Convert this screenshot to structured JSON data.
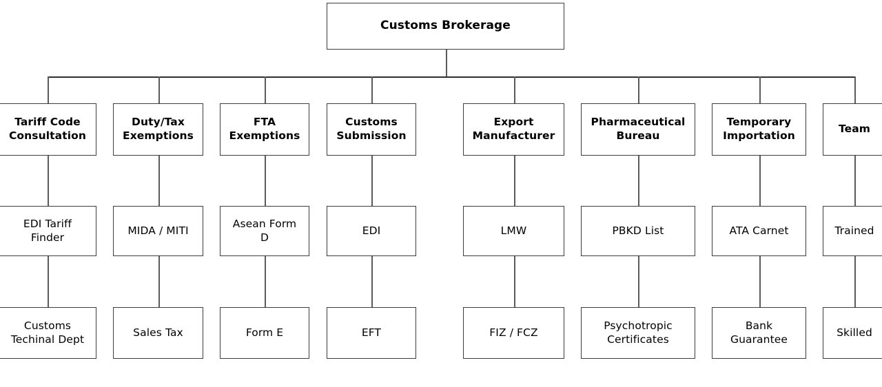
{
  "diagram": {
    "type": "org-chart",
    "title": "Customs Brokerage",
    "orientation": "top-down",
    "colors": {
      "box_border": "#3c3c3c",
      "connector": "#5a5a5a",
      "bus": "#2e2e2e",
      "background": "#ffffff",
      "text": "#000000"
    },
    "root": {
      "label": "Customs Brokerage"
    },
    "branches": [
      {
        "id": "tariff-code-consultation",
        "label": "Tariff Code\nConsultation",
        "children": [
          {
            "id": "edi-tariff-finder",
            "label": "EDI Tariff\nFinder"
          },
          {
            "id": "customs-techinal-dept",
            "label": "Customs\nTechinal Dept"
          }
        ]
      },
      {
        "id": "duty-tax-exemptions",
        "label": "Duty/Tax\nExemptions",
        "children": [
          {
            "id": "mida-miti",
            "label": "MIDA / MITI"
          },
          {
            "id": "sales-tax",
            "label": "Sales Tax"
          }
        ]
      },
      {
        "id": "fta-exemptions",
        "label": "FTA\nExemptions",
        "children": [
          {
            "id": "asean-form-d",
            "label": "Asean Form\nD"
          },
          {
            "id": "form-e",
            "label": "Form E"
          }
        ]
      },
      {
        "id": "customs-submission",
        "label": "Customs\nSubmission",
        "children": [
          {
            "id": "edi",
            "label": "EDI"
          },
          {
            "id": "eft",
            "label": "EFT"
          }
        ]
      },
      {
        "id": "export-manufacturer",
        "label": "Export\nManufacturer",
        "children": [
          {
            "id": "lmw",
            "label": "LMW"
          },
          {
            "id": "fiz-fcz",
            "label": "FIZ / FCZ"
          }
        ]
      },
      {
        "id": "pharmaceutical-bureau",
        "label": "Pharmaceutical\nBureau",
        "children": [
          {
            "id": "pbkd-list",
            "label": "PBKD List"
          },
          {
            "id": "psychotropic-certificates",
            "label": "Psychotropic\nCertificates"
          }
        ]
      },
      {
        "id": "temporary-importation",
        "label": "Temporary\nImportation",
        "children": [
          {
            "id": "ata-carnet",
            "label": "ATA Carnet"
          },
          {
            "id": "bank-guarantee",
            "label": "Bank\nGuarantee"
          }
        ]
      },
      {
        "id": "team",
        "label": "Team",
        "children": [
          {
            "id": "trained",
            "label": "Trained"
          },
          {
            "id": "skilled",
            "label": "Skilled"
          }
        ]
      }
    ]
  }
}
